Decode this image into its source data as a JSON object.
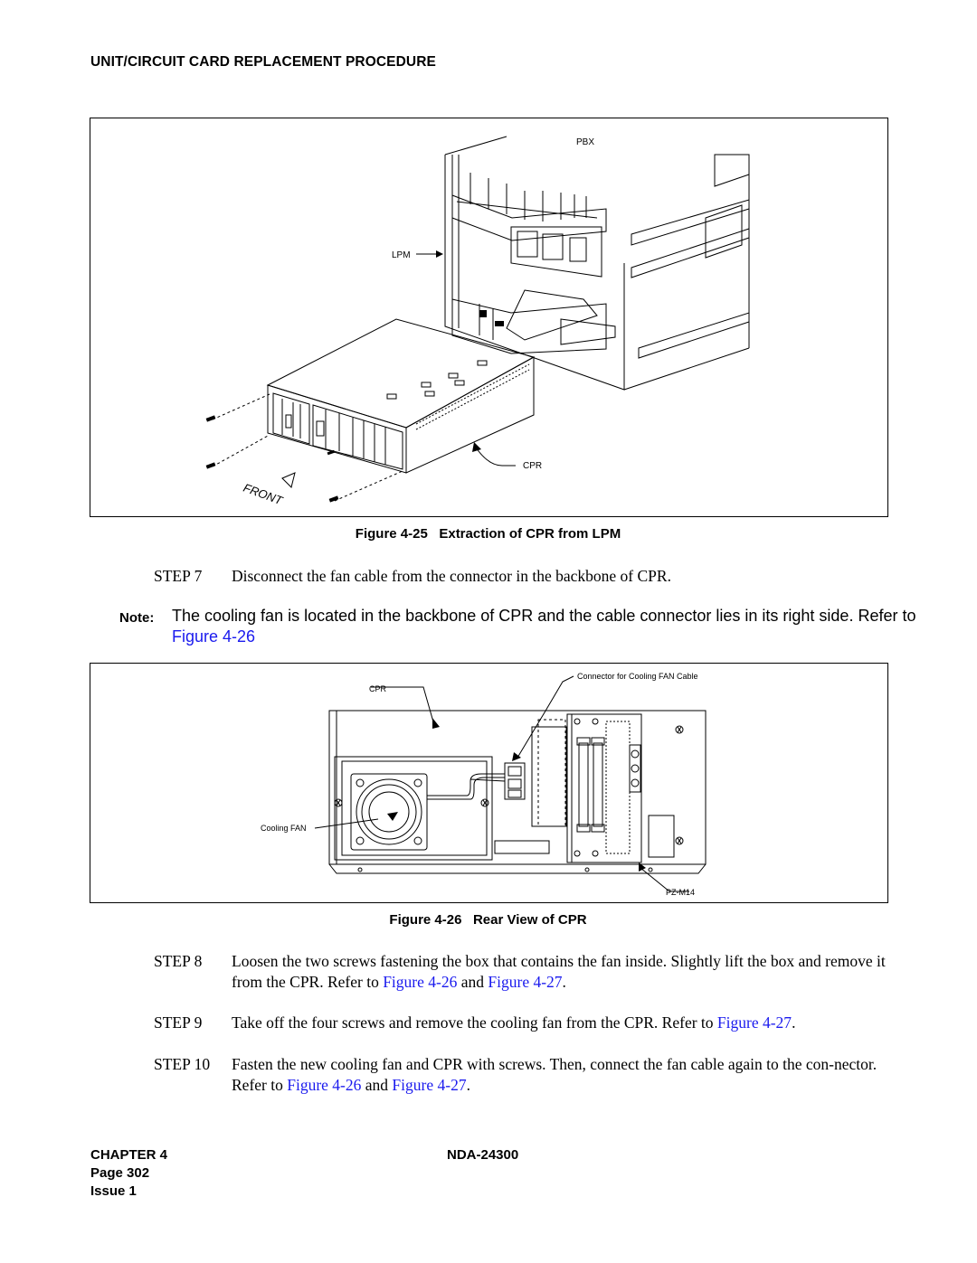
{
  "header": {
    "title": "UNIT/CIRCUIT CARD REPLACEMENT PROCEDURE"
  },
  "figure25": {
    "labels": {
      "pbx": "PBX",
      "lpm": "LPM",
      "cpr": "CPR",
      "front": "FRONT"
    },
    "caption_prefix": "Figure 4-25",
    "caption_title": "Extraction of CPR from LPM"
  },
  "step7": {
    "label": "STEP 7",
    "text": "Disconnect the fan cable from the connector in the backbone of CPR."
  },
  "note": {
    "label": "Note:",
    "text": "The cooling fan is located in the backbone of CPR and the cable connector lies in its right side. Refer to",
    "link": "Figure 4-26"
  },
  "figure26": {
    "labels": {
      "cpr": "CPR",
      "connector": "Connector for Cooling FAN Cable",
      "fan": "Cooling FAN",
      "pz": "PZ-M14"
    },
    "caption_prefix": "Figure 4-26",
    "caption_title": "Rear View of CPR"
  },
  "step8": {
    "label": "STEP 8",
    "text1": "Loosen the two screws fastening the box that contains the fan inside. Slightly lift the box and remove it from the CPR. Refer to ",
    "link1": "Figure 4-26",
    "mid": " and ",
    "link2": "Figure 4-27",
    "end": "."
  },
  "step9": {
    "label": "STEP 9",
    "text1": "Take off the four screws and remove the cooling fan from the CPR. Refer to ",
    "link1": "Figure 4-27",
    "end": "."
  },
  "step10": {
    "label": "STEP 10",
    "text1": "Fasten the new cooling fan and CPR with screws. Then, connect the fan cable again to the con-nector. Refer to ",
    "link1": "Figure 4-26",
    "mid": " and ",
    "link2": "Figure 4-27",
    "end": "."
  },
  "footer": {
    "chapter": "CHAPTER 4",
    "page": "Page 302",
    "issue": "Issue 1",
    "doc": "NDA-24300"
  }
}
